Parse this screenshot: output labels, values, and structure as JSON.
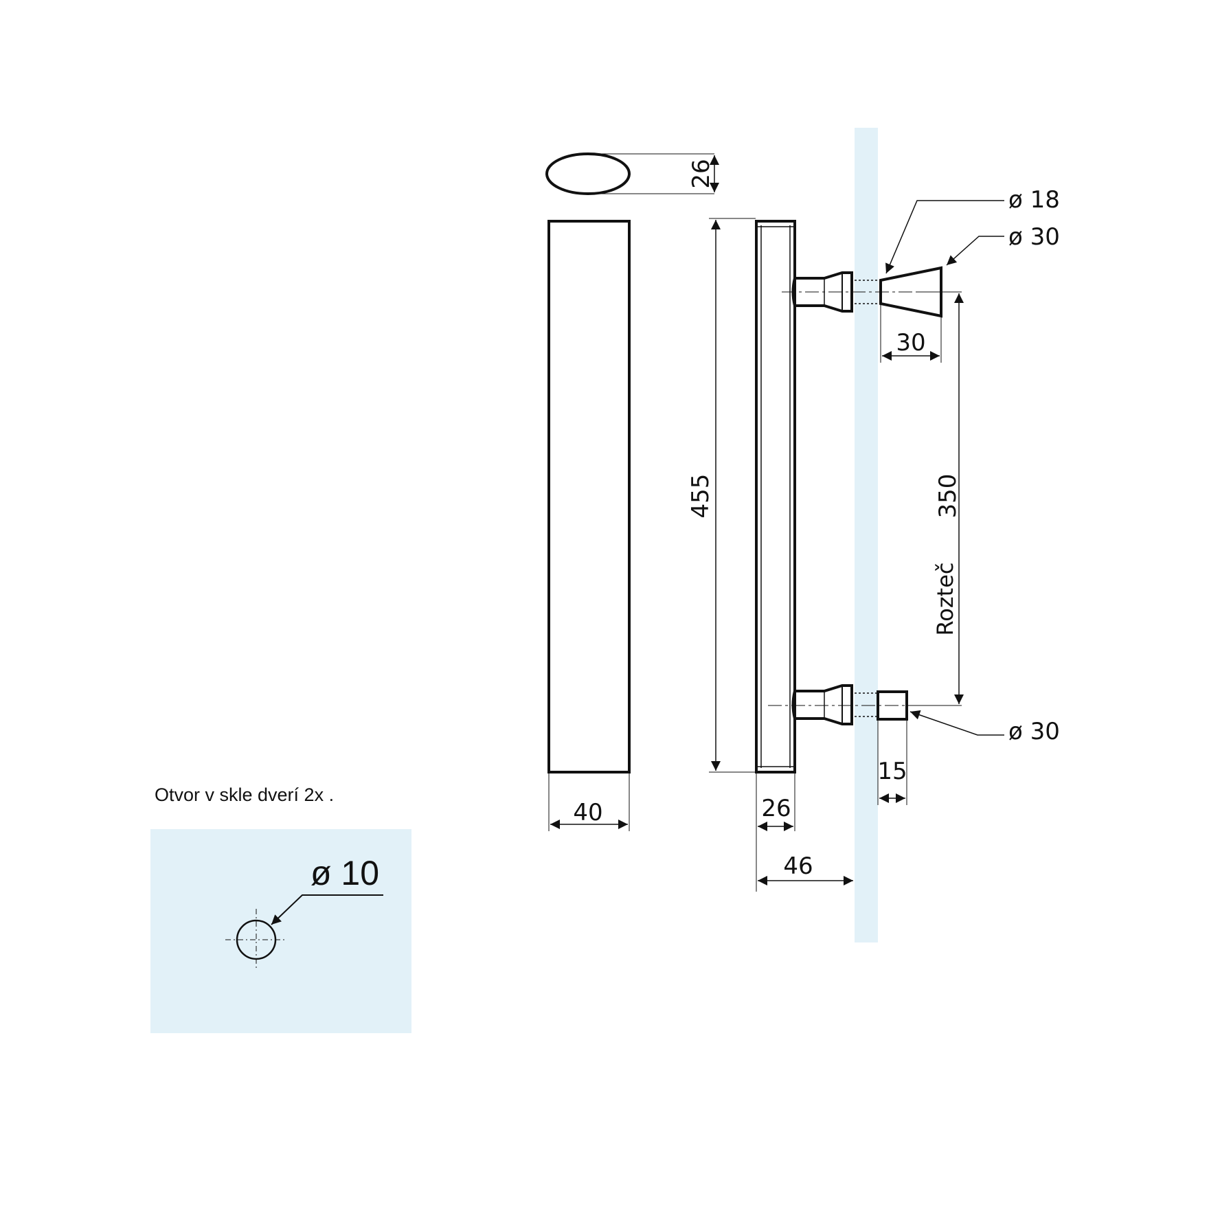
{
  "colors": {
    "glass": "#e2f1f8",
    "line": "#111111",
    "background": "#ffffff"
  },
  "labels": {
    "oval_height": "26",
    "total_length": "455",
    "front_width": "40",
    "side_width": "26",
    "depth_to_glass": "46",
    "pitch_value": "350",
    "pitch_label": "Rozteč",
    "cone_length": "30",
    "knob_length": "15",
    "dia_bolt": "ø 18",
    "dia_cone": "ø 30",
    "dia_knob": "ø 30",
    "hole_note": "Otvor v skle dverí 2x .",
    "hole_dia": "ø 10"
  }
}
